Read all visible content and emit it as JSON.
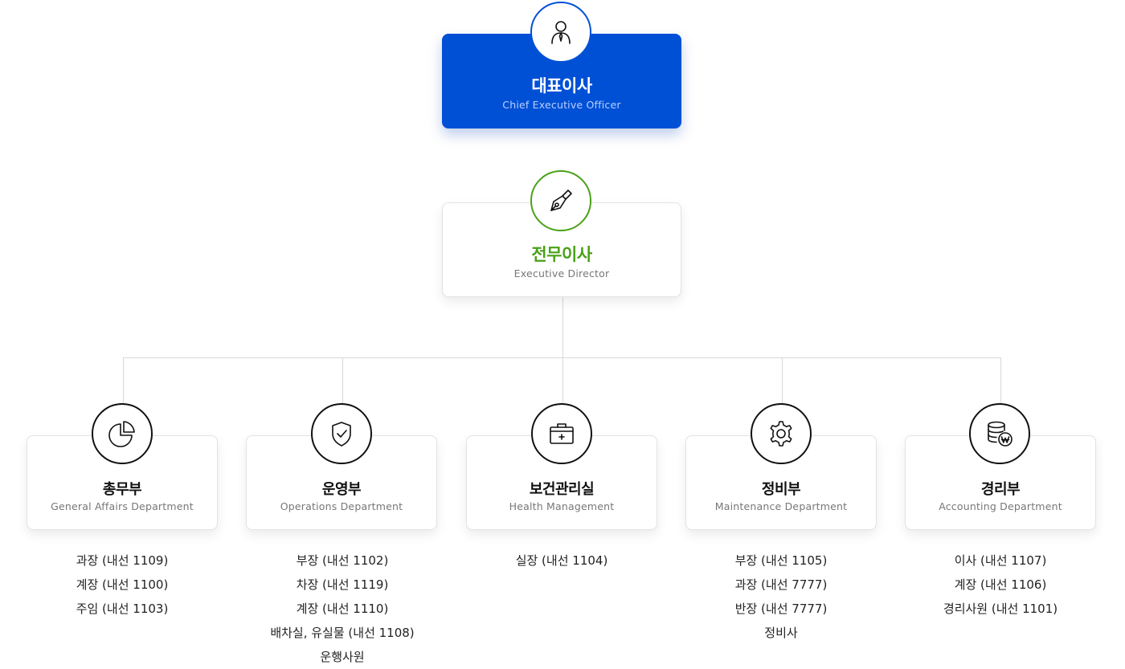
{
  "ceo": {
    "title": "대표이사",
    "subtitle": "Chief Executive Officer",
    "icon": "person-tie-icon",
    "color": "#0050d6"
  },
  "executive": {
    "title": "전무이사",
    "subtitle": "Executive Director",
    "icon": "pen-nib-icon",
    "color": "#4aa118"
  },
  "departments": [
    {
      "title": "총무부",
      "subtitle": "General Affairs Department",
      "icon": "pie-chart-icon",
      "members": [
        "과장 (내선 1109)",
        "계장 (내선 1100)",
        "주임 (내선 1103)"
      ]
    },
    {
      "title": "운영부",
      "subtitle": "Operations Department",
      "icon": "shield-check-icon",
      "members": [
        "부장 (내선 1102)",
        "차장 (내선 1119)",
        "계장 (내선 1110)",
        "배차실, 유실물 (내선 1108)",
        "운행사원"
      ]
    },
    {
      "title": "보건관리실",
      "subtitle": "Health Management",
      "icon": "first-aid-kit-icon",
      "members": [
        "실장 (내선 1104)"
      ]
    },
    {
      "title": "정비부",
      "subtitle": "Maintenance Department",
      "icon": "gear-icon",
      "members": [
        "부장 (내선 1105)",
        "과장 (내선 7777)",
        "반장 (내선 7777)",
        "정비사"
      ]
    },
    {
      "title": "경리부",
      "subtitle": "Accounting Department",
      "icon": "coins-won-icon",
      "members": [
        "이사 (내선 1107)",
        "계장 (내선 1106)",
        "경리사원 (내선 1101)"
      ]
    }
  ]
}
